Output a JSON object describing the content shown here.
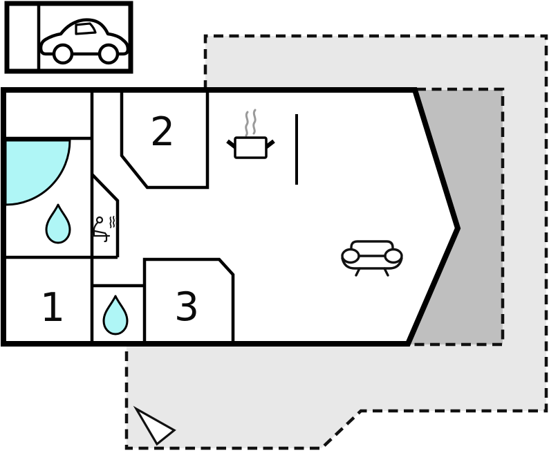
{
  "plan": {
    "description": "Holiday home floor plan with carport, three numbered rooms, bathroom with shower, WC, sauna, kitchen, living area and dashed terrace",
    "rooms": [
      {
        "label": "1"
      },
      {
        "label": "2"
      },
      {
        "label": "3"
      }
    ],
    "icons": {
      "car": "car-icon",
      "shower": "shower-quarter-circle-icon",
      "water_drop_bathroom": "water-drop-icon",
      "water_drop_wc": "water-drop-icon",
      "sauna": "sauna-person-steam-icon",
      "stove": "stove-pot-steam-icon",
      "sofa": "sofa-icon",
      "north_arrow": "north-arrow-icon"
    },
    "colors": {
      "wall": "#000000",
      "terrace_light": "#e8e8e8",
      "terrace_dark": "#bfbfbf",
      "water": "#aff6f6",
      "steam": "#9a9a9a",
      "paper": "#ffffff"
    }
  }
}
